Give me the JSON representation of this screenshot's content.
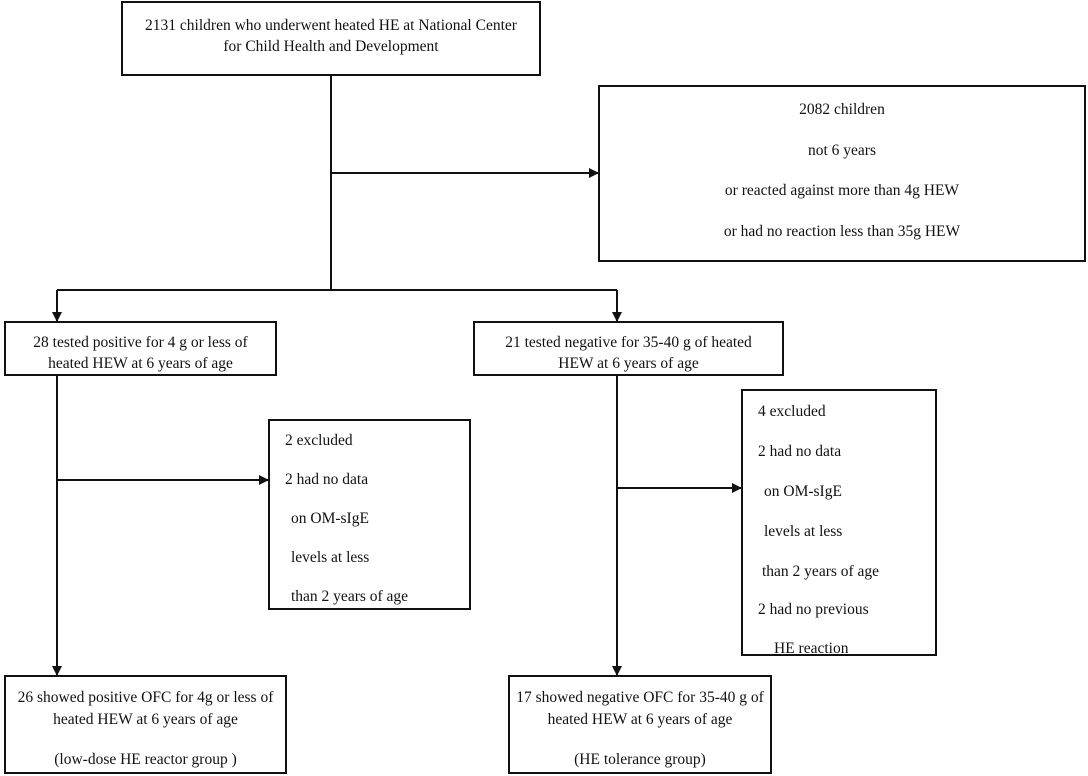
{
  "flowchart": {
    "top_box": {
      "lines": [
        "2131 children who underwent heated HE at National Center",
        "for Child Health and Development"
      ]
    },
    "excluded_top_box": {
      "lines": [
        "2082 children",
        "not 6 years",
        "or reacted against more than 4g HEW",
        "or had no reaction less than 35g HEW"
      ]
    },
    "positive_box": {
      "lines": [
        "28 tested positive for 4 g or less of",
        "heated HEW at 6 years of age"
      ]
    },
    "negative_box": {
      "lines": [
        "21 tested negative for 35-40 g of heated",
        "HEW at 6 years of age"
      ]
    },
    "excluded_left_box": {
      "lines": [
        "2 excluded",
        "2 had no data",
        "on OM-sIgE",
        "levels at less",
        "than 2 years of age"
      ]
    },
    "excluded_right_box": {
      "lines": [
        "4 excluded",
        "2 had no data",
        "on OM-sIgE",
        "levels at less",
        "than 2 years of age",
        "2 had no previous",
        "HE reaction"
      ]
    },
    "low_dose_box": {
      "lines": [
        "26 showed positive OFC for 4g or less of",
        "heated HEW at 6 years of age",
        "(low-dose HE reactor group )"
      ]
    },
    "tolerance_box": {
      "lines": [
        "17 showed negative OFC for 35-40 g of",
        "heated HEW at 6 years of age",
        "(HE tolerance group)"
      ]
    }
  }
}
